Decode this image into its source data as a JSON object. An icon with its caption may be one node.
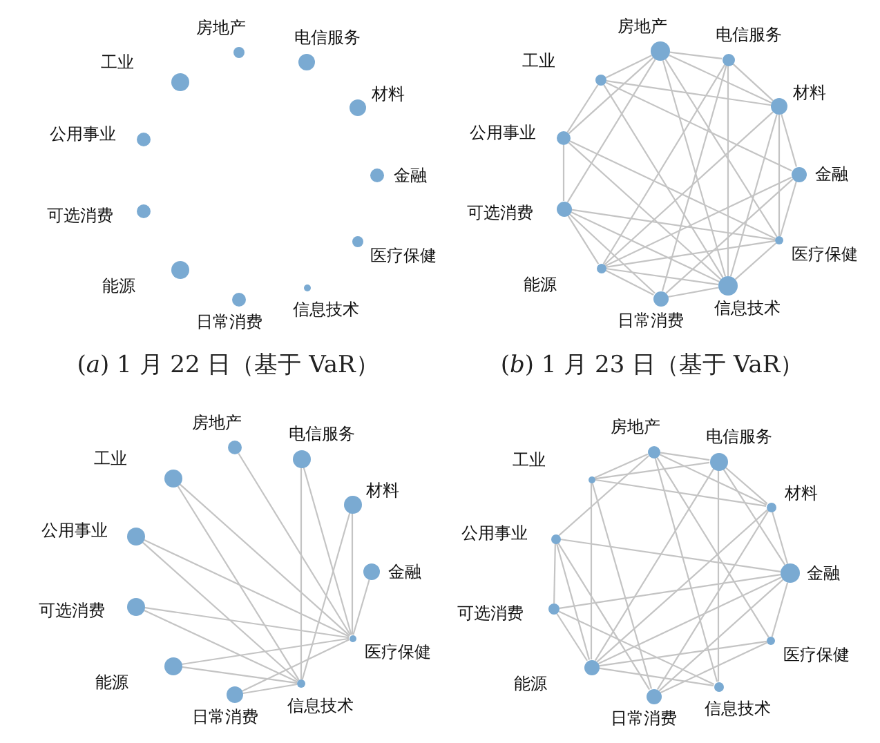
{
  "diagram": {
    "nodes": [
      {
        "text": [],
        "shape": "circle",
        "beside": [
          "房地产"
        ]
      },
      {
        "text": [],
        "shape": "circle",
        "beside": [
          "电信服务"
        ]
      },
      {
        "text": [],
        "shape": "circle",
        "beside": [
          "材料"
        ]
      },
      {
        "text": [],
        "shape": "circle",
        "beside": [
          "金融"
        ]
      },
      {
        "text": [],
        "shape": "circle",
        "beside": [
          "医疗保健"
        ]
      },
      {
        "text": [],
        "shape": "circle",
        "beside": [
          "信息技术"
        ]
      },
      {
        "text": [],
        "shape": "circle",
        "beside": [
          "日常消费"
        ]
      },
      {
        "text": [],
        "shape": "circle",
        "beside": [
          "能源"
        ]
      },
      {
        "text": [],
        "shape": "circle",
        "beside": [
          "可选消费"
        ]
      },
      {
        "text": [],
        "shape": "circle",
        "beside": [
          "公用事业"
        ]
      },
      {
        "text": [],
        "shape": "circle",
        "beside": [
          "工业"
        ]
      },
      {
        "text": [],
        "shape": "circle",
        "beside": [
          "房地产"
        ]
      },
      {
        "text": [],
        "shape": "circle",
        "beside": [
          "电信服务"
        ]
      },
      {
        "text": [],
        "shape": "circle",
        "beside": [
          "材料"
        ]
      },
      {
        "text": [],
        "shape": "circle",
        "beside": [
          "金融"
        ]
      },
      {
        "text": [],
        "shape": "circle",
        "beside": [
          "医疗保健"
        ]
      },
      {
        "text": [],
        "shape": "circle",
        "beside": [
          "信息技术"
        ]
      },
      {
        "text": [],
        "shape": "circle",
        "beside": [
          "日常消费"
        ]
      },
      {
        "text": [],
        "shape": "circle",
        "beside": [
          "能源"
        ]
      },
      {
        "text": [],
        "shape": "circle",
        "beside": [
          "可选消费"
        ]
      },
      {
        "text": [],
        "shape": "circle",
        "beside": [
          "公用事业"
        ]
      },
      {
        "text": [],
        "shape": "circle",
        "beside": [
          "工业"
        ]
      },
      {
        "text": [],
        "shape": "circle",
        "beside": [
          "房地产"
        ]
      },
      {
        "text": [],
        "shape": "circle",
        "beside": [
          "电信服务"
        ]
      },
      {
        "text": [],
        "shape": "circle",
        "beside": [
          "材料"
        ]
      },
      {
        "text": [],
        "shape": "circle",
        "beside": [
          "金融"
        ]
      },
      {
        "text": [],
        "shape": "circle",
        "beside": [
          "医疗保健"
        ]
      },
      {
        "text": [],
        "shape": "circle",
        "beside": [
          "信息技术"
        ]
      },
      {
        "text": [],
        "shape": "circle",
        "beside": [
          "日常消费"
        ]
      },
      {
        "text": [],
        "shape": "circle",
        "beside": [
          "能源"
        ]
      },
      {
        "text": [],
        "shape": "circle",
        "beside": [
          "可选消费"
        ]
      },
      {
        "text": [],
        "shape": "circle",
        "beside": [
          "公用事业"
        ]
      },
      {
        "text": [],
        "shape": "circle",
        "beside": [
          "工业"
        ]
      },
      {
        "text": [],
        "shape": "circle",
        "beside": [
          "房地产"
        ]
      },
      {
        "text": [],
        "shape": "circle",
        "beside": [
          "电信服务"
        ]
      },
      {
        "text": [],
        "shape": "circle",
        "beside": [
          "材料"
        ]
      },
      {
        "text": [],
        "shape": "circle",
        "beside": [
          "金融"
        ]
      },
      {
        "text": [],
        "shape": "circle",
        "beside": [
          "医疗保健"
        ]
      },
      {
        "text": [],
        "shape": "circle",
        "beside": [
          "信息技术"
        ]
      },
      {
        "text": [],
        "shape": "circle",
        "beside": [
          "日常消费"
        ]
      },
      {
        "text": [],
        "shape": "circle",
        "beside": [
          "能源"
        ]
      },
      {
        "text": [],
        "shape": "circle",
        "beside": [
          "可选消费"
        ]
      },
      {
        "text": [],
        "shape": "circle",
        "beside": [
          "公用事业"
        ]
      },
      {
        "text": [],
        "shape": "circle",
        "beside": [
          "工业"
        ]
      }
    ],
    "edges": [
      {
        "from": 11,
        "to": 12,
        "arrow": "none"
      },
      {
        "from": 12,
        "to": 13,
        "arrow": "none"
      },
      {
        "from": 11,
        "to": 13,
        "arrow": "none"
      },
      {
        "from": 14,
        "to": 15,
        "arrow": "none"
      },
      {
        "from": 15,
        "to": 16,
        "arrow": "none"
      },
      {
        "from": 16,
        "to": 17,
        "arrow": "none"
      },
      {
        "from": 17,
        "to": 18,
        "arrow": "none"
      },
      {
        "from": 18,
        "to": 19,
        "arrow": "none"
      },
      {
        "from": 19,
        "to": 20,
        "arrow": "none"
      },
      {
        "from": 20,
        "to": 21,
        "arrow": "none"
      },
      {
        "from": 21,
        "to": 11,
        "arrow": "none"
      },
      {
        "from": 21,
        "to": 13,
        "arrow": "none"
      },
      {
        "from": 21,
        "to": 14,
        "arrow": "none"
      },
      {
        "from": 21,
        "to": 16,
        "arrow": "none"
      },
      {
        "from": 11,
        "to": 20,
        "arrow": "none"
      },
      {
        "from": 11,
        "to": 19,
        "arrow": "none"
      },
      {
        "from": 11,
        "to": 15,
        "arrow": "none"
      },
      {
        "from": 11,
        "to": 16,
        "arrow": "none"
      },
      {
        "from": 12,
        "to": 18,
        "arrow": "none"
      },
      {
        "from": 12,
        "to": 17,
        "arrow": "none"
      },
      {
        "from": 12,
        "to": 16,
        "arrow": "none"
      },
      {
        "from": 13,
        "to": 18,
        "arrow": "none"
      },
      {
        "from": 13,
        "to": 16,
        "arrow": "none"
      },
      {
        "from": 13,
        "to": 15,
        "arrow": "none"
      },
      {
        "from": 14,
        "to": 18,
        "arrow": "none"
      },
      {
        "from": 14,
        "to": 17,
        "arrow": "none"
      },
      {
        "from": 20,
        "to": 16,
        "arrow": "none"
      },
      {
        "from": 20,
        "to": 15,
        "arrow": "none"
      },
      {
        "from": 19,
        "to": 15,
        "arrow": "none"
      },
      {
        "from": 19,
        "to": 16,
        "arrow": "none"
      },
      {
        "from": 18,
        "to": 15,
        "arrow": "none"
      },
      {
        "from": 18,
        "to": 16,
        "arrow": "none"
      },
      {
        "from": 19,
        "to": 17,
        "arrow": "none"
      },
      {
        "from": 13,
        "to": 14,
        "arrow": "none"
      },
      {
        "from": 22,
        "to": 26,
        "arrow": "none"
      },
      {
        "from": 23,
        "to": 26,
        "arrow": "none"
      },
      {
        "from": 24,
        "to": 26,
        "arrow": "none"
      },
      {
        "from": 25,
        "to": 26,
        "arrow": "none"
      },
      {
        "from": 32,
        "to": 26,
        "arrow": "none"
      },
      {
        "from": 31,
        "to": 26,
        "arrow": "none"
      },
      {
        "from": 30,
        "to": 26,
        "arrow": "none"
      },
      {
        "from": 29,
        "to": 26,
        "arrow": "none"
      },
      {
        "from": 28,
        "to": 26,
        "arrow": "none"
      },
      {
        "from": 23,
        "to": 27,
        "arrow": "none"
      },
      {
        "from": 24,
        "to": 27,
        "arrow": "none"
      },
      {
        "from": 32,
        "to": 27,
        "arrow": "none"
      },
      {
        "from": 31,
        "to": 27,
        "arrow": "none"
      },
      {
        "from": 30,
        "to": 27,
        "arrow": "none"
      },
      {
        "from": 29,
        "to": 27,
        "arrow": "none"
      },
      {
        "from": 28,
        "to": 27,
        "arrow": "none"
      },
      {
        "from": 33,
        "to": 34,
        "arrow": "none"
      },
      {
        "from": 33,
        "to": 43,
        "arrow": "none"
      },
      {
        "from": 33,
        "to": 42,
        "arrow": "none"
      },
      {
        "from": 33,
        "to": 38,
        "arrow": "none"
      },
      {
        "from": 33,
        "to": 37,
        "arrow": "none"
      },
      {
        "from": 33,
        "to": 35,
        "arrow": "none"
      },
      {
        "from": 34,
        "to": 35,
        "arrow": "none"
      },
      {
        "from": 34,
        "to": 36,
        "arrow": "none"
      },
      {
        "from": 34,
        "to": 43,
        "arrow": "none"
      },
      {
        "from": 34,
        "to": 38,
        "arrow": "none"
      },
      {
        "from": 34,
        "to": 40,
        "arrow": "none"
      },
      {
        "from": 35,
        "to": 43,
        "arrow": "none"
      },
      {
        "from": 35,
        "to": 40,
        "arrow": "none"
      },
      {
        "from": 35,
        "to": 39,
        "arrow": "none"
      },
      {
        "from": 35,
        "to": 36,
        "arrow": "none"
      },
      {
        "from": 36,
        "to": 42,
        "arrow": "none"
      },
      {
        "from": 36,
        "to": 41,
        "arrow": "none"
      },
      {
        "from": 36,
        "to": 40,
        "arrow": "none"
      },
      {
        "from": 36,
        "to": 39,
        "arrow": "none"
      },
      {
        "from": 36,
        "to": 37,
        "arrow": "none"
      },
      {
        "from": 37,
        "to": 40,
        "arrow": "none"
      },
      {
        "from": 37,
        "to": 39,
        "arrow": "none"
      },
      {
        "from": 38,
        "to": 40,
        "arrow": "none"
      },
      {
        "from": 38,
        "to": 41,
        "arrow": "none"
      },
      {
        "from": 39,
        "to": 43,
        "arrow": "none"
      },
      {
        "from": 39,
        "to": 42,
        "arrow": "none"
      },
      {
        "from": 40,
        "to": 41,
        "arrow": "none"
      },
      {
        "from": 40,
        "to": 42,
        "arrow": "none"
      },
      {
        "from": 40,
        "to": 43,
        "arrow": "none"
      },
      {
        "from": 41,
        "to": 42,
        "arrow": "none"
      }
    ],
    "labels": [
      "(*a*) 1 月 22 日（基于 VaR）",
      "(*b*) 1 月 23 日（基于 VaR）"
    ]
  }
}
